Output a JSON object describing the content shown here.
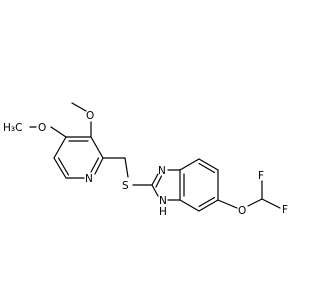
{
  "colors": {
    "bond": "#000000",
    "label": "#000000",
    "background": "#ffffff"
  },
  "molecule": {
    "labels": {
      "methoxy_upper": "O",
      "methyl_upper": "",
      "methoxy_left": "O",
      "methyl_left": "H₃C",
      "pyridine_n": "N",
      "thioether_s": "S",
      "imidazole_n": "N",
      "imidazole_nh": "N",
      "imidazole_h": "H",
      "ether_o": "O",
      "fluorine_1": "F",
      "fluorine_2": "F"
    }
  }
}
